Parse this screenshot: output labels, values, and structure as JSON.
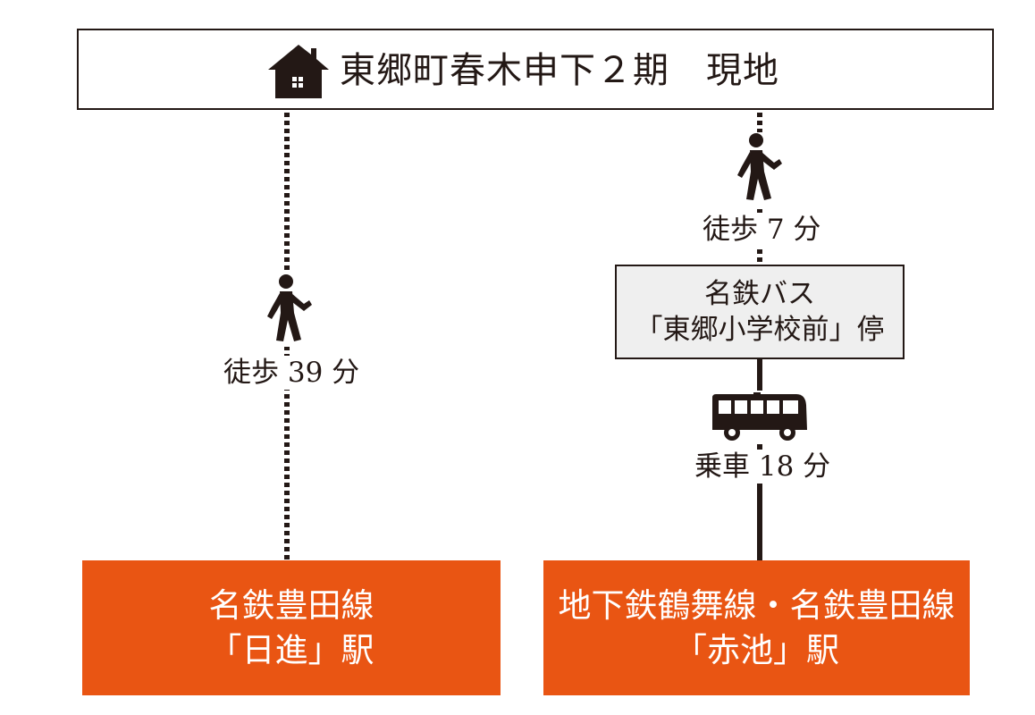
{
  "site": {
    "title": "東郷町春木申下２期　現地",
    "icon": "house-icon"
  },
  "left_route": {
    "walk_icon": "walking-person-icon",
    "walk_label": "徒歩 39 分",
    "station_line1": "名鉄豊田線",
    "station_line2": "「日進」駅"
  },
  "right_route": {
    "walk_icon": "walking-person-icon",
    "walk_label": "徒歩 7 分",
    "bus_stop_line1": "名鉄バス",
    "bus_stop_line2": "「東郷小学校前」停",
    "bus_icon": "bus-icon",
    "bus_label": "乗車 18 分",
    "station_line1": "地下鉄鶴舞線・名鉄豊田線",
    "station_line2": "「赤池」駅"
  },
  "colors": {
    "station_bg": "#e95513",
    "line": "#231815",
    "bus_stop_bg": "#efefef"
  }
}
